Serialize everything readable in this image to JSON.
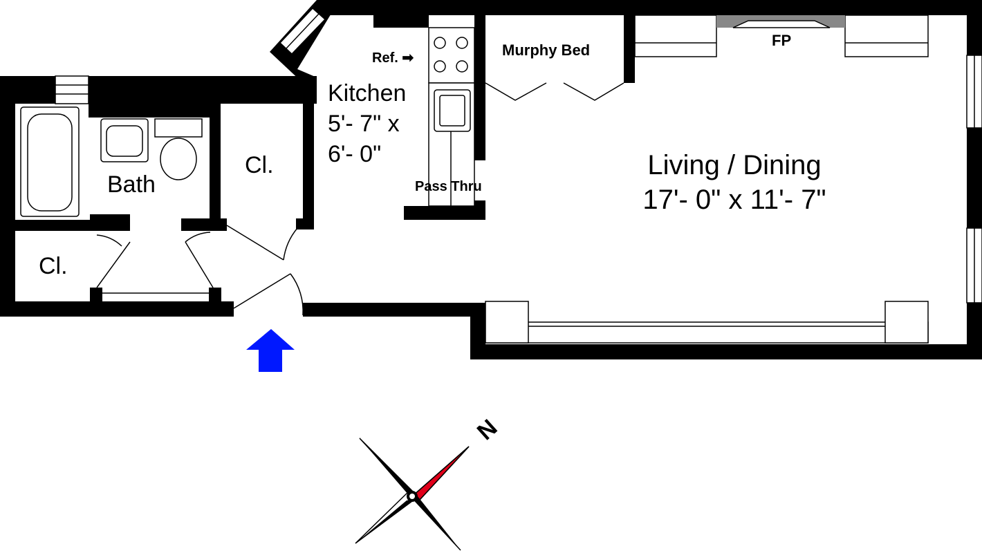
{
  "rooms": {
    "kitchen": {
      "name": "Kitchen",
      "dim1": "5'- 7\" x",
      "dim2": "6'- 0\""
    },
    "living": {
      "name": "Living / Dining",
      "dims": "17'- 0\" x 11'- 7\""
    },
    "bath": {
      "name": "Bath"
    },
    "closet_upper": {
      "name": "Cl."
    },
    "closet_lower": {
      "name": "Cl."
    }
  },
  "labels": {
    "murphy_bed": "Murphy Bed",
    "fireplace": "FP",
    "refrigerator": "Ref. ➡",
    "pass_thru": "Pass Thru"
  },
  "compass": {
    "north": "N"
  },
  "colors": {
    "wall": "#000000",
    "entry_arrow": "#0018ff",
    "compass_north": "#e0001a"
  }
}
